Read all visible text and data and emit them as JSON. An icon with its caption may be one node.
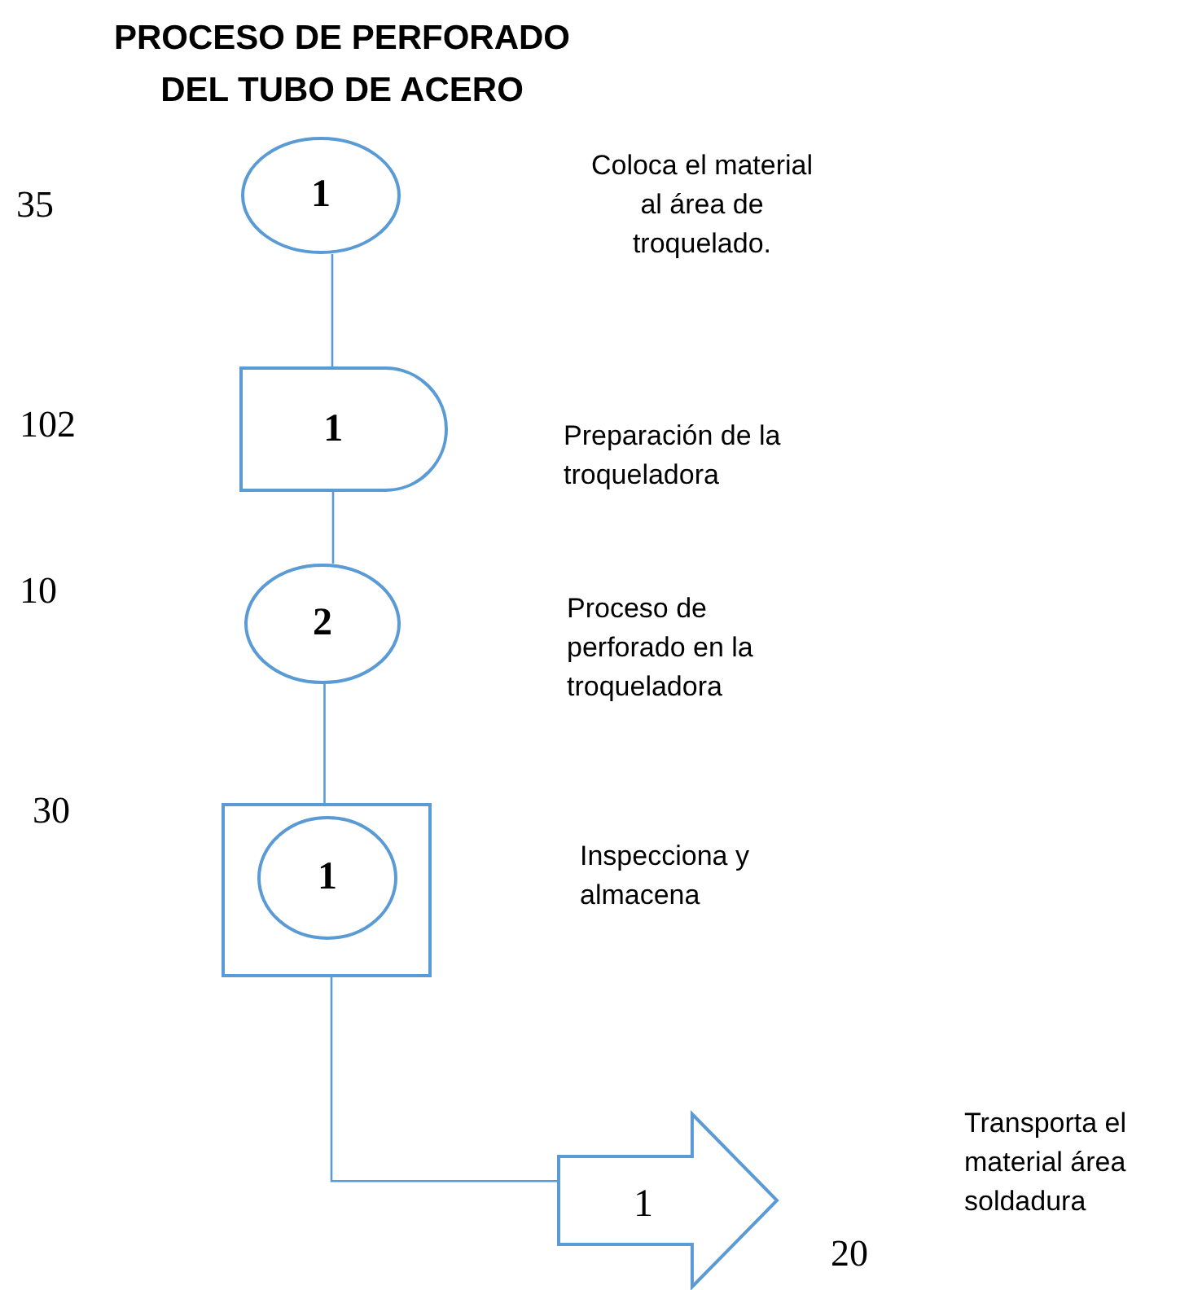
{
  "diagram": {
    "title": "PROCESO DE PERFORADO DEL TUBO DE ACERO",
    "nodes": [
      {
        "text": [
          "1"
        ]
      },
      {
        "text": [
          "1"
        ]
      },
      {
        "text": [
          "2"
        ]
      },
      {
        "text": [],
        "shape": "box"
      },
      {
        "text": [
          "1"
        ],
        "in": 3
      },
      {
        "text": [
          "1"
        ]
      }
    ],
    "edges": [
      {
        "from": 0,
        "to": 1,
        "arrow": "none"
      },
      {
        "from": 1,
        "to": 2,
        "arrow": "none"
      },
      {
        "from": 2,
        "to": 3,
        "arrow": "none"
      },
      {
        "from": 3,
        "to": 5,
        "arrow": "none"
      }
    ],
    "labels": [
      "35",
      "Coloca el material al área de troquelado.",
      "102",
      "Preparación de la troqueladora",
      "10",
      "Proceso de perforado en la troqueladora",
      "30",
      "Inspecciona y almacena",
      "Transporta el material área soldadura",
      "20"
    ]
  }
}
